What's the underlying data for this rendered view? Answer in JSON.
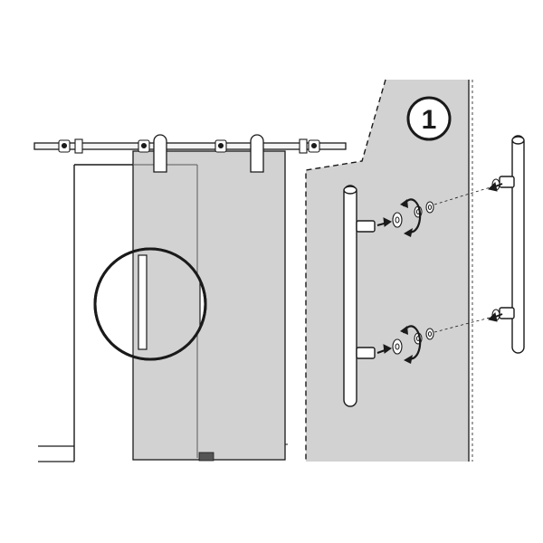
{
  "step": {
    "number": "1"
  },
  "colors": {
    "glass": "#d2d2d2",
    "glass_detail": "#dcdcdc",
    "line": "#1a1a1a",
    "rail": "#f4f4f4",
    "floor_stop": "#555555",
    "background": "#ffffff"
  },
  "parts": {
    "sliding_rail": "sliding-rail",
    "glass_panel": "glass-panel",
    "handle_bar": "handle-bar",
    "mounting_bolt": "mounting-bolt",
    "washer": "washer",
    "rotate_arrow": "rotate-arrow-icon",
    "insert_arrow": "insert-arrow-icon"
  }
}
